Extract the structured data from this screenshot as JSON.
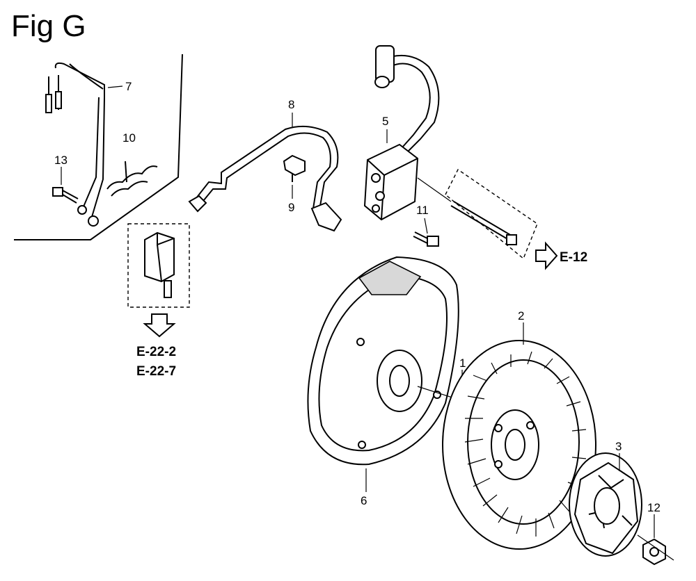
{
  "figure": {
    "title": "Fig G",
    "callouts": [
      "1",
      "2",
      "3",
      "5",
      "6",
      "7",
      "8",
      "9",
      "10",
      "11",
      "12",
      "13"
    ],
    "refs": {
      "left_ref_1": "E-22-2",
      "left_ref_2": "E-22-7",
      "right_ref": "E-12"
    }
  }
}
